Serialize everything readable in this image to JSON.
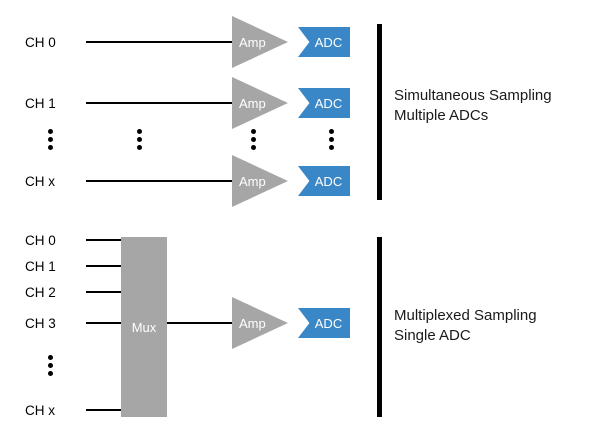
{
  "diagram": {
    "top": {
      "channels": [
        "CH 0",
        "CH 1",
        "CH x"
      ],
      "amp_label": "Amp",
      "adc_label": "ADC",
      "caption": [
        "Simultaneous Sampling",
        "Multiple ADCs"
      ]
    },
    "bottom": {
      "channels": [
        "CH 0",
        "CH 1",
        "CH 2",
        "CH 3",
        "CH x"
      ],
      "mux_label": "Mux",
      "amp_label": "Amp",
      "adc_label": "ADC",
      "caption": [
        "Multiplexed Sampling",
        "Single ADC"
      ]
    },
    "icons": {
      "ellipsis": "vertical-ellipsis"
    },
    "colors": {
      "amp_fill": "#a6a6a6",
      "mux_fill": "#a6a6a6",
      "adc_fill": "#3a87c8",
      "wire": "#000000"
    }
  }
}
